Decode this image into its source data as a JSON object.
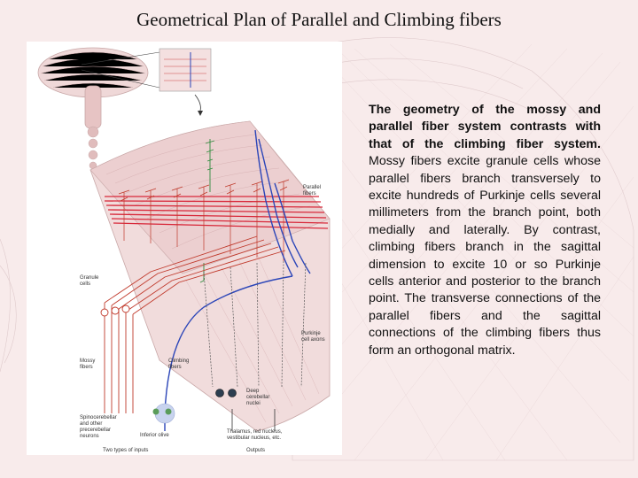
{
  "slide": {
    "title": "Geometrical Plan of Parallel and Climbing fibers"
  },
  "body": {
    "bold_text": "The geometry of the mossy and parallel fiber system contrasts with that of the climbing fiber system.",
    "regular_text": " Mossy fibers excite granule cells whose parallel fibers branch transversely to excite hundreds of Purkinje cells several millimeters from the branch point, both medially and laterally. By contrast, climbing fibers branch in the sagittal dimension to excite 10 or so Purkinje cells anterior and posterior to the branch point. The transverse connections of the parallel fibers and the sagittal connections of the climbing fibers thus form an orthogonal matrix."
  },
  "figure_labels": {
    "parallel_fibers": "Parallel\nfibers",
    "granule_cells": "Granule\ncells",
    "purkinje_cell_axons": "Purkinje\ncell axons",
    "mossy_fibers": "Mossy\nfibers",
    "climbing_fibers": "Climbing\nfibers",
    "deep_cerebellar_nuclei": "Deep\ncerebellar\nnuclei",
    "spinocerebellar": "Spinocerebellar\nand other\nprecerebellar\nneurons",
    "inferior_olive": "Inferior olive",
    "thalamus": "Thalamus, red nucleus,\nvestibular nucleus, etc.",
    "two_types_inputs": "Two types of inputs",
    "outputs": "Outputs"
  },
  "colors": {
    "background": "#f8ebeb",
    "parallel_fiber": "#d8283a",
    "climbing_fiber": "#2b45b8",
    "granule_fiber": "#c0392b",
    "purkinje_green": "#2e8b3c",
    "folia_pink": "#eccfd0"
  }
}
